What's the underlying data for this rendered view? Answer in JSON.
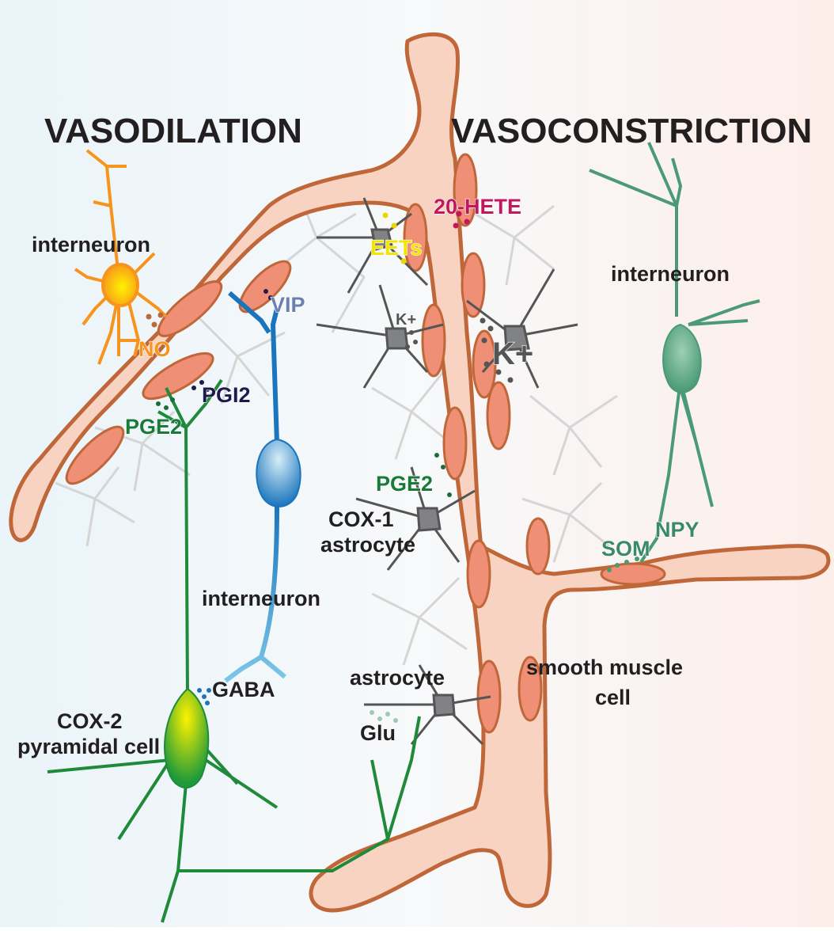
{
  "headings": {
    "left": "VASODILATION",
    "right": "VASOCONSTRICTION"
  },
  "labels": {
    "interneuron_orange": "interneuron",
    "no": "NO",
    "vip": "VIP",
    "pgi2": "PGI2",
    "pge2_left": "PGE2",
    "eets": "EETs",
    "hete": "20-HETE",
    "k_small": "K+",
    "k_large": "K+",
    "interneuron_green": "interneuron",
    "pge2_center": "PGE2",
    "cox1_line1": "COX-1",
    "cox1_line2": "astrocyte",
    "npy": "NPY",
    "som": "SOM",
    "interneuron_blue": "interneuron",
    "smooth_line1": "smooth muscle",
    "smooth_line2": "cell",
    "gaba": "GABA",
    "astrocyte": "astrocyte",
    "glu": "Glu",
    "cox2_line1": "COX-2",
    "cox2_line2": "pyramidal cell"
  },
  "colors": {
    "vessel_fill": "#f8d3c1",
    "vessel_stroke": "#c0673a",
    "smooth_muscle": "#ef8f75",
    "interneuron_orange": "#f7941d",
    "interneuron_blue": "#1b75bc",
    "interneuron_green": "#4a9a75",
    "pyramidal": "#2e8b3e",
    "astrocyte": "#808285",
    "hete": "#c2185b",
    "eets": "#f2e600",
    "pgi2": "#1f1a4d",
    "pge2": "#1a7a3a"
  }
}
